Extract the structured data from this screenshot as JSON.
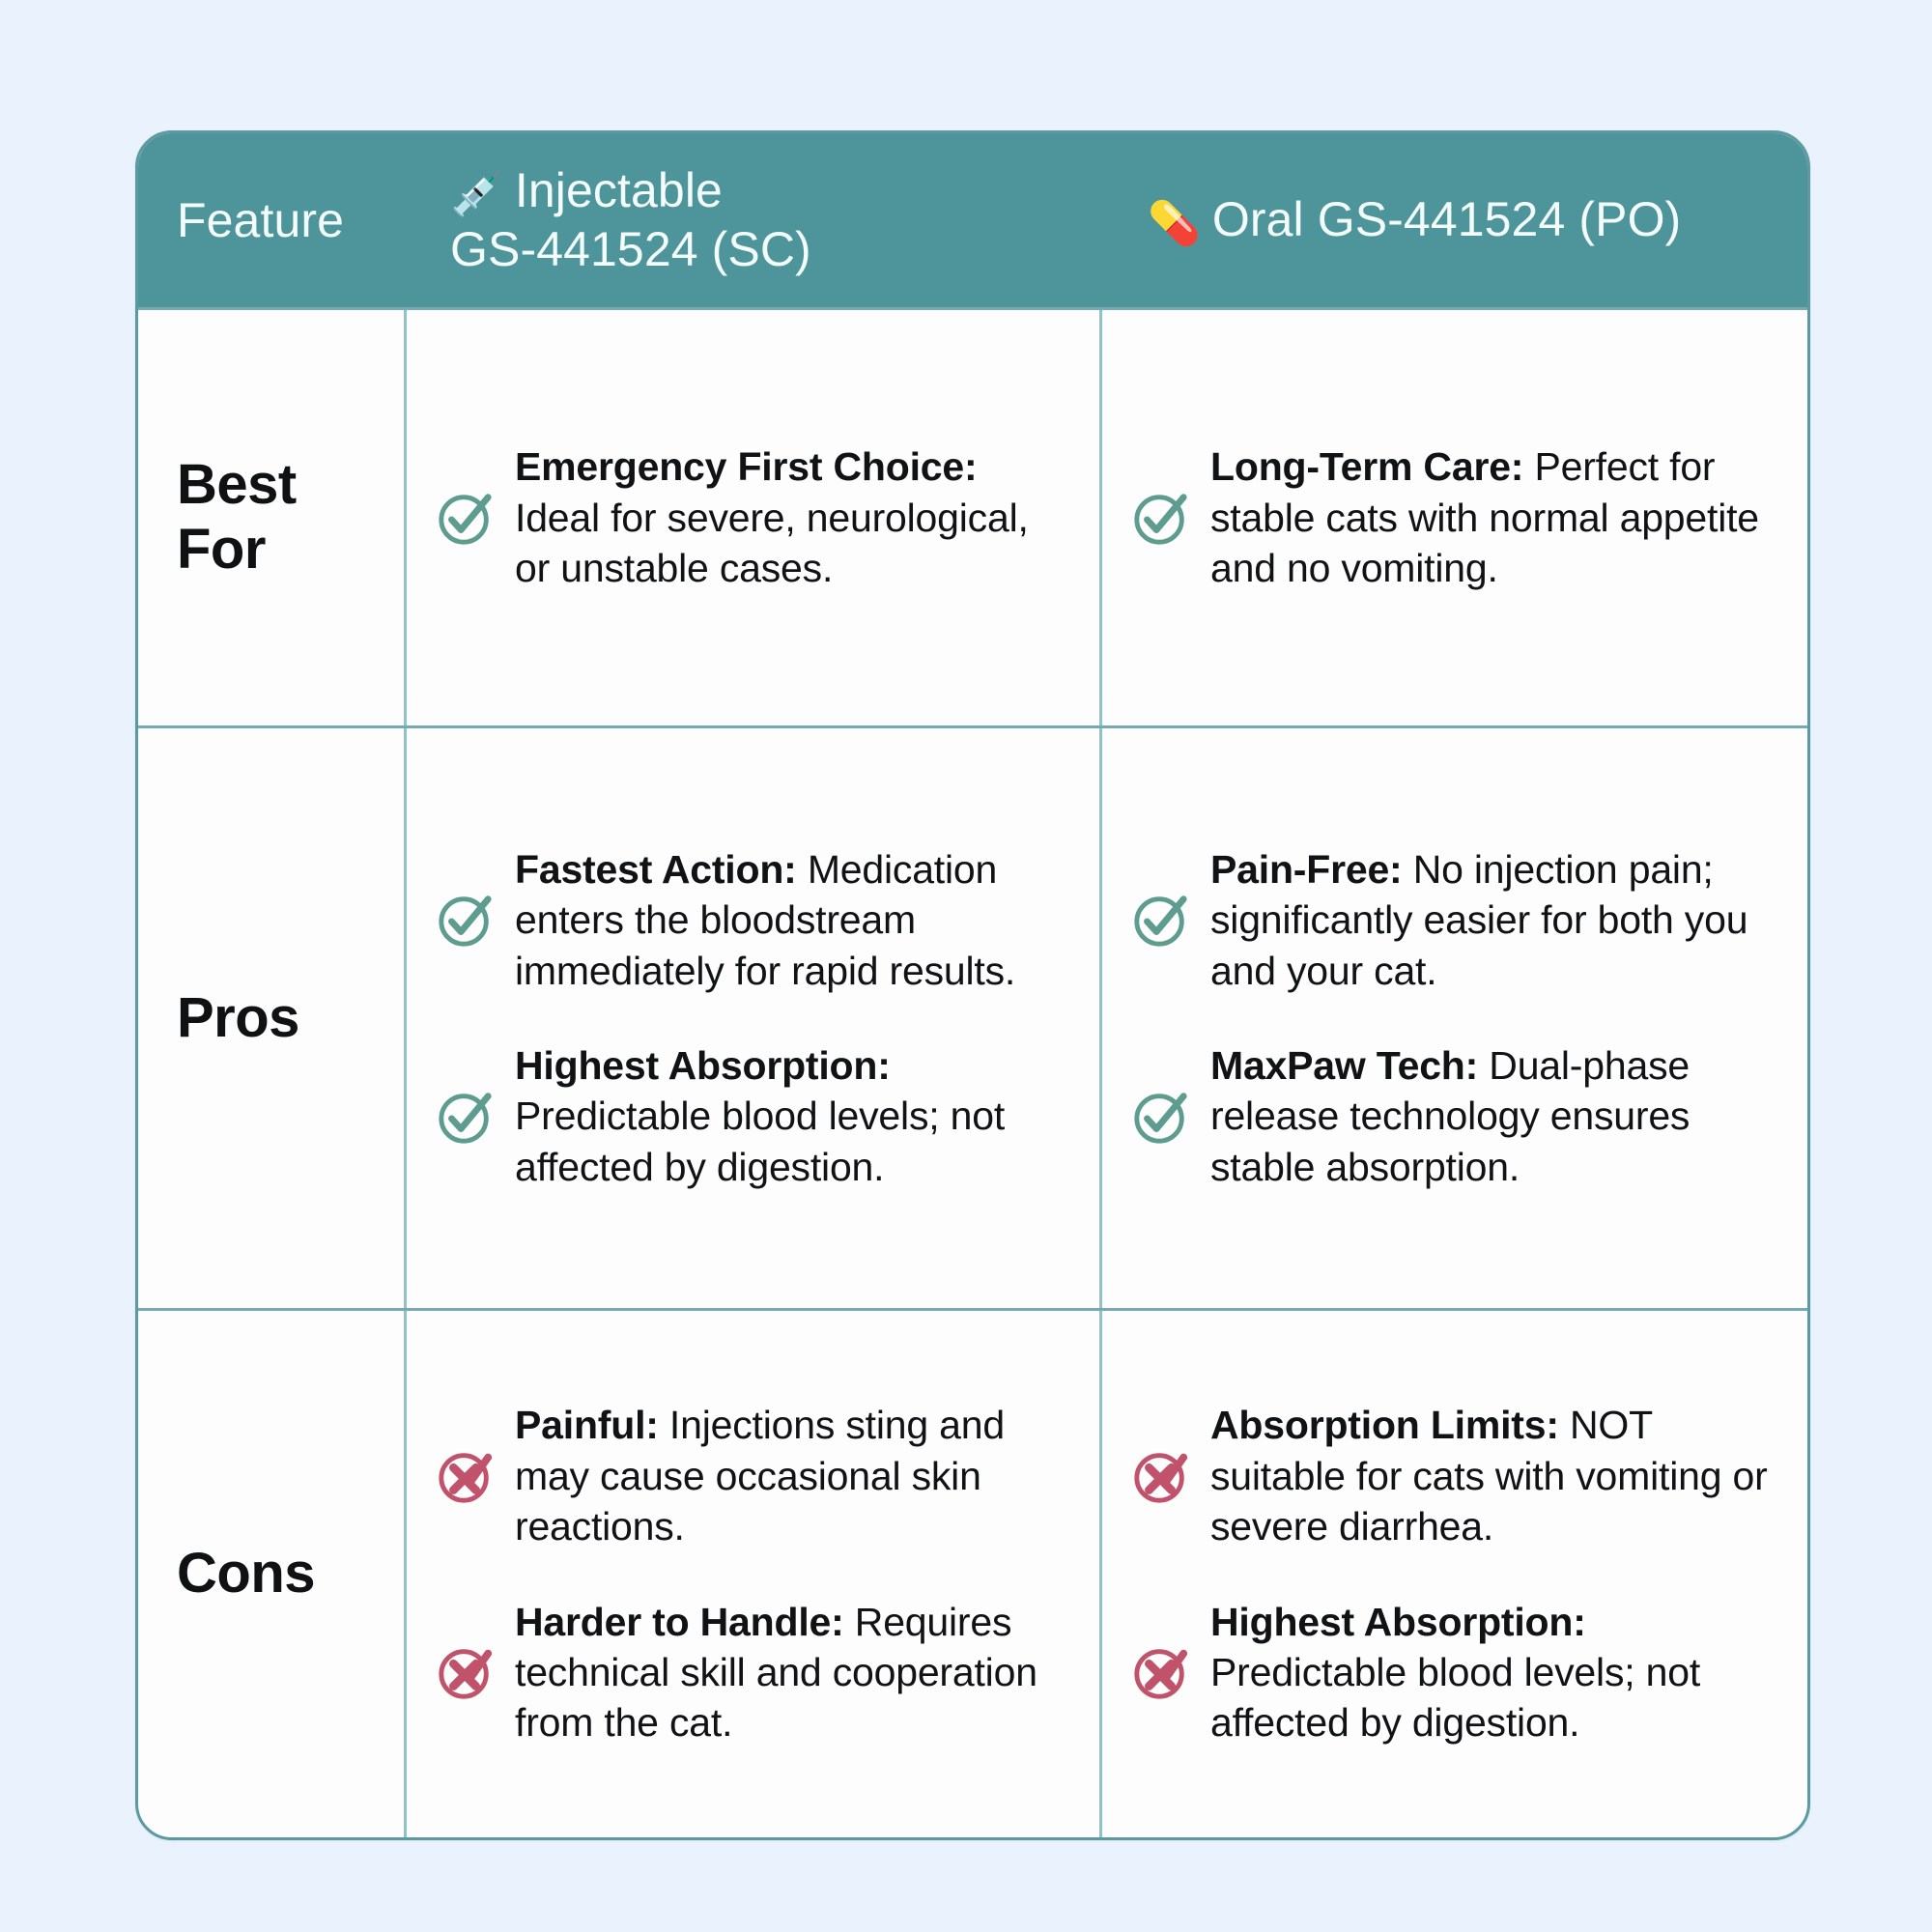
{
  "page": {
    "background_color": "#eaf2fd",
    "table_border_color": "#5a9aa0",
    "header_bg_color": "#4e959b",
    "header_text_color": "#f3fbfb",
    "check_color": "#5f9c90",
    "cross_color": "#c0536b",
    "divider_color": "#8fc3c8"
  },
  "header": {
    "feature_label": "Feature",
    "injectable": {
      "emoji": "💉",
      "emoji_name": "syringe-icon",
      "line1": "Injectable",
      "line2": "GS-441524 (SC)"
    },
    "oral": {
      "emoji": "💊",
      "emoji_name": "pill-icon",
      "label": "Oral GS-441524 (PO)"
    }
  },
  "rows": [
    {
      "label": "Best For",
      "label_line1": "Best",
      "label_line2": "For",
      "injectable": [
        {
          "icon": "check-circle-icon",
          "bold": "Emergency First Choice:",
          "text": " Ideal for severe, neurological, or unstable cases."
        }
      ],
      "oral": [
        {
          "icon": "check-circle-icon",
          "bold": "Long-Term Care:",
          "text": " Perfect for stable cats with normal appetite and no vomiting."
        }
      ]
    },
    {
      "label": "Pros",
      "injectable": [
        {
          "icon": "check-circle-icon",
          "bold": "Fastest Action:",
          "text": " Medication enters the bloodstream immediately for rapid results."
        },
        {
          "icon": "check-circle-icon",
          "bold": "Highest Absorption:",
          "text": " Predictable blood levels; not affected by digestion."
        }
      ],
      "oral": [
        {
          "icon": "check-circle-icon",
          "bold": "Pain-Free:",
          "text": " No injection pain; significantly easier for both you and your cat."
        },
        {
          "icon": "check-circle-icon",
          "bold": "MaxPaw Tech:",
          "text": " Dual-phase release technology ensures stable absorption."
        }
      ]
    },
    {
      "label": "Cons",
      "injectable": [
        {
          "icon": "cross-circle-icon",
          "bold": "Painful:",
          "text": " Injections sting and may cause occasional skin reactions."
        },
        {
          "icon": "cross-circle-icon",
          "bold": "Harder to Handle:",
          "text": " Requires technical skill and cooperation from the cat."
        }
      ],
      "oral": [
        {
          "icon": "cross-circle-icon",
          "bold": "Absorption Limits:",
          "text": " NOT suitable for cats with vomiting or severe diarrhea."
        },
        {
          "icon": "cross-circle-icon",
          "bold": "Highest Absorption:",
          "text": " Predictable blood levels; not affected by digestion."
        }
      ]
    }
  ]
}
